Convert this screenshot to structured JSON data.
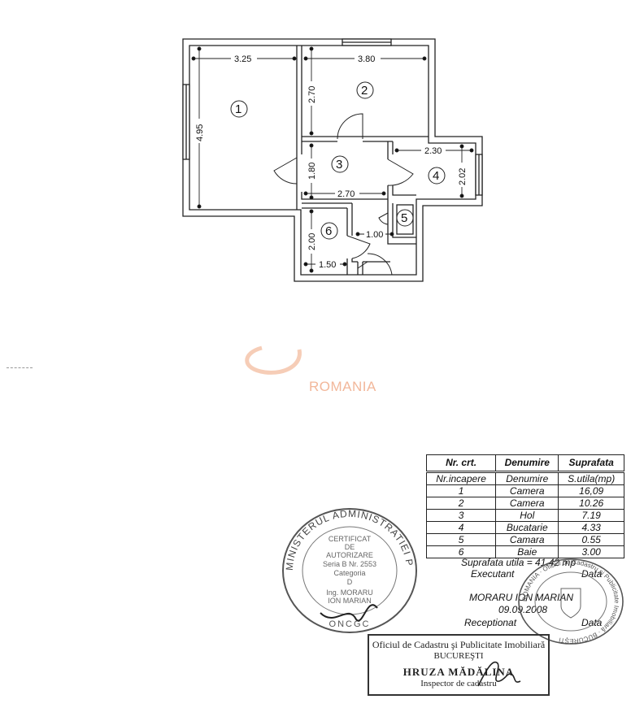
{
  "plan": {
    "dimensions": [
      "3.25",
      "3.80",
      "4.95",
      "2.70",
      "1.80",
      "2.30",
      "2.02",
      "2.70",
      "2.00",
      "1.00",
      "1.50"
    ],
    "rooms": [
      "1",
      "2",
      "3",
      "4",
      "5",
      "6"
    ]
  },
  "watermark": {
    "text": "ROMANIA"
  },
  "table": {
    "headers": [
      "Nr. crt.",
      "Denumire",
      "Suprafata"
    ],
    "subheaders": [
      "Nr.incapere",
      "Denumire",
      "S.utila(mp)"
    ],
    "rows": [
      [
        "1",
        "Camera",
        "16,09"
      ],
      [
        "2",
        "Camera",
        "10.26"
      ],
      [
        "3",
        "Hol",
        "7.19"
      ],
      [
        "4",
        "Bucatarie",
        "4.33"
      ],
      [
        "5",
        "Camara",
        "0.55"
      ],
      [
        "6",
        "Baie",
        "3.00"
      ]
    ]
  },
  "summary": {
    "total": "Suprafata utila = 41.42 mp",
    "executant_label": "Executant",
    "data_label_1": "Data",
    "executant_name": "MORARU ION MARIAN",
    "date": "09.09.2008",
    "receptionat_label": "Receptionat",
    "data_label_2": "Data"
  },
  "stamp": {
    "line1": "Oficiul de Cadastru şi Publicitate Imobiliară",
    "line2": "BUCUREŞTI",
    "line3": "HRUZA MĂDĂLINA",
    "line4": "Inspector de cadastru"
  },
  "seal_round_1": {
    "ring": "MINISTERUL ADMINISTRATIEI PUBLICE",
    "inner": [
      "CERTIFICAT",
      "DE",
      "AUTORIZARE",
      "Seria B Nr. 2553",
      "Categoria",
      "D",
      "Ing. MORARU",
      "ION MARIAN"
    ],
    "bottom": "ONCGC"
  },
  "seal_round_2": {
    "ring": "ROMANIA · Oficiul de Cadastru și Publicitate Imobiliară · BUCUREŞTI"
  }
}
